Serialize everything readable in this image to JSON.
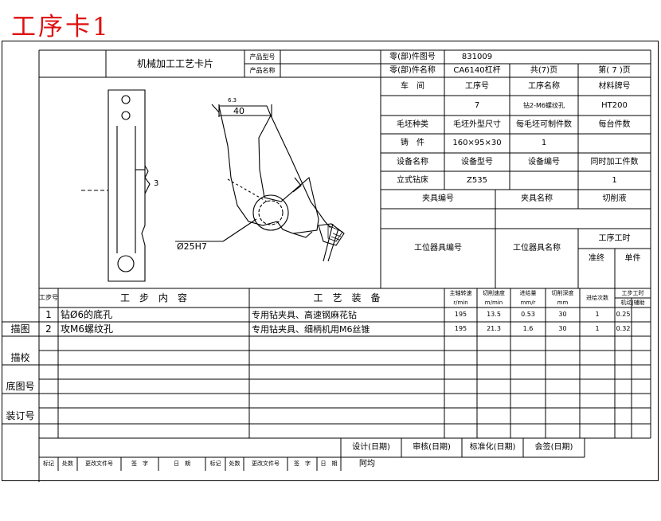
{
  "page_title": "工序卡1",
  "header": {
    "card_name": "机械加工工艺卡片",
    "product_model_label": "产品型号",
    "product_name_label": "产品名称",
    "part_drawing_no_label": "零(部)件图号",
    "part_drawing_no": "831009",
    "part_name_label": "零(部)件名称",
    "part_name": "CA6140杠杆",
    "total_pages": "共(7)页",
    "page_no": "第( 7 )页"
  },
  "info": {
    "workshop_label": "车　间",
    "op_no_label": "工序号",
    "op_name_label": "工序名称",
    "material_label": "材料牌号",
    "op_no": "7",
    "op_name": "钻2-M6螺纹孔",
    "material": "HT200",
    "blank_type_label": "毛坯种类",
    "blank_size_label": "毛坯外型尺寸",
    "parts_per_blank_label": "每毛坯可制件数",
    "parts_per_machine_label": "每台件数",
    "blank_type": "铸　件",
    "blank_size": "160×95×30",
    "parts_per_blank": "1",
    "equip_name_label": "设备名称",
    "equip_model_label": "设备型号",
    "equip_no_label": "设备编号",
    "simul_parts_label": "同时加工件数",
    "equip_name": "立式钻床",
    "equip_model": "Z535",
    "simul_parts": "1",
    "fixture_no_label": "夹具编号",
    "fixture_name_label": "夹具名称",
    "coolant_label": "切削液",
    "station_tool_no_label": "工位器具编号",
    "station_tool_name_label": "工位器具名称",
    "op_time_label": "工序工时",
    "prep_label": "准终",
    "unit_label": "单件"
  },
  "drawing": {
    "dim_40": "40",
    "dim_phi25": "Ø25H7",
    "dim_3": "3",
    "roughness": "6.3"
  },
  "steps_header": {
    "step_no": "工步号",
    "content": "工　步　内　容",
    "equipment": "工　艺　装　备",
    "spindle_speed": "主轴转速",
    "spindle_speed_unit": "r/min",
    "cut_speed": "切削速度",
    "cut_speed_unit": "m/min",
    "feed": "进给量",
    "feed_unit": "mm/r",
    "depth": "切削深度",
    "depth_unit": "mm",
    "passes": "进给次数",
    "step_time": "工步工时",
    "step_time_sub": "机动|辅助"
  },
  "steps": [
    {
      "no": "1",
      "content": "钻Ø6的底孔",
      "equipment": "专用钻夹具、高速钢麻花钻",
      "speed": "195",
      "cut_speed": "13.5",
      "feed": "0.53",
      "depth": "30",
      "passes": "1",
      "time": "0.25"
    },
    {
      "no": "2",
      "content": "攻M6螺纹孔",
      "equipment": "专用钻夹具、细柄机用M6丝锥",
      "speed": "195",
      "cut_speed": "21.3",
      "feed": "1.6",
      "depth": "30",
      "passes": "1",
      "time": "0.32"
    }
  ],
  "side_labels": {
    "trace": "描图",
    "check": "描校",
    "base_no": "底图号",
    "binding_no": "装订号"
  },
  "signoff": {
    "design": "设计(日期)",
    "review": "审核(日期)",
    "standard": "标准化(日期)",
    "countersign": "会签(日期)",
    "mark": "标记",
    "count": "处数",
    "doc_no": "更改文件号",
    "sign": "签　字",
    "date": "日　期",
    "signer": "阿均"
  }
}
